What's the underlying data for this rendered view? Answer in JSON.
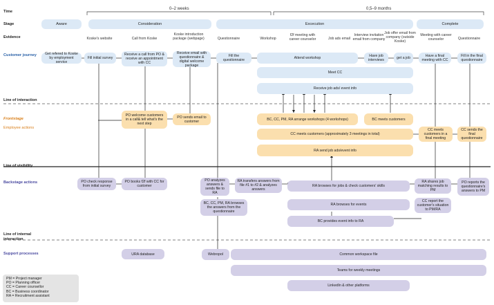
{
  "rows": {
    "time": "Time",
    "stage": "Stage",
    "evidence": "Evidence",
    "customer_journey": "Customer journey",
    "line_interaction": "Line of interaction",
    "frontstage": "Frontstage",
    "employee_actions": "Employee actions",
    "line_visibility": "Line of visibility",
    "backstage": "Backstage actions",
    "line_internal": "Line of internal interaction",
    "support": "Support processes"
  },
  "time": {
    "t1": "0–2 weeks",
    "t2": "0,5–9 months"
  },
  "stages": [
    "Aware",
    "Consideration",
    "Excecution",
    "Complete"
  ],
  "evidence": [
    "Koske's website",
    "Call from Koske",
    "Koske introduction package (webpage)",
    "Questionnaire",
    "Workshop",
    "f2f meeting with career counselor",
    "Job ads email",
    "Interview invitation email from company",
    "Job offer email from company (outside Koske)",
    "Meeting with career counselor",
    "Questionnaire"
  ],
  "journey": {
    "j1": "Get refered to Koske by employment service",
    "j2": "Fill initial survey",
    "j3": "Receive a call from PO & receive an appointment with CC",
    "j4": "Receive email with questionnaire & digital welcome package",
    "j5": "Fill the questionnaire",
    "j6": "Attend workshop",
    "j7": "Have job interviews",
    "j8": "get a job",
    "j9": "Have a final meeting with CC",
    "j10": "Fill in the final questionnaire",
    "j11": "Meet CC",
    "j12": "Receive job ads/ event info"
  },
  "front": {
    "f1": "PO welcome customers in a call& tell what's the next step",
    "f2": "PO sends email to customer",
    "f3": "BC, CC, PM, RA arrange workshops (4 workshops)",
    "f4": "BC meets customers",
    "f5": "CC meets customers (approximately 3 meetings in total)",
    "f6": "CC meets customers in a final meeting",
    "f7": "CC sends the final questionnaire",
    "f8": "RA send job ads/event info"
  },
  "back": {
    "k1": "PO check response from initial survey",
    "k2": "PO books f2f with CC for customer",
    "k3": "PO analyzes answers & sends file to RA",
    "k4": "RA transfers answers from file #1 to #2 & analyzes answers",
    "k5": "RA browses for jobs & check customers' skills",
    "k6": "RA shares job matching results to PM",
    "k7": "PO reports the questionnaire's answers to PM",
    "k8": "BC, CC, PM, RA browses the answers from the questionnaire",
    "k9": "RA browses for events",
    "k10": "CC report the customer's situation to PM/RA",
    "k11": "BC provides event info to RA"
  },
  "support": {
    "s1": "URA database",
    "s2": "Webropol",
    "s3": "Common workspace file",
    "s4": "Teams for weekly meetings",
    "s5": "LinkedIn & other platforms"
  },
  "legend": [
    "PM = Project manager",
    "PO = Planning officer",
    "CC = Career counsellor",
    "BC = Business coordinator",
    "RA = Recruitment assistant"
  ]
}
